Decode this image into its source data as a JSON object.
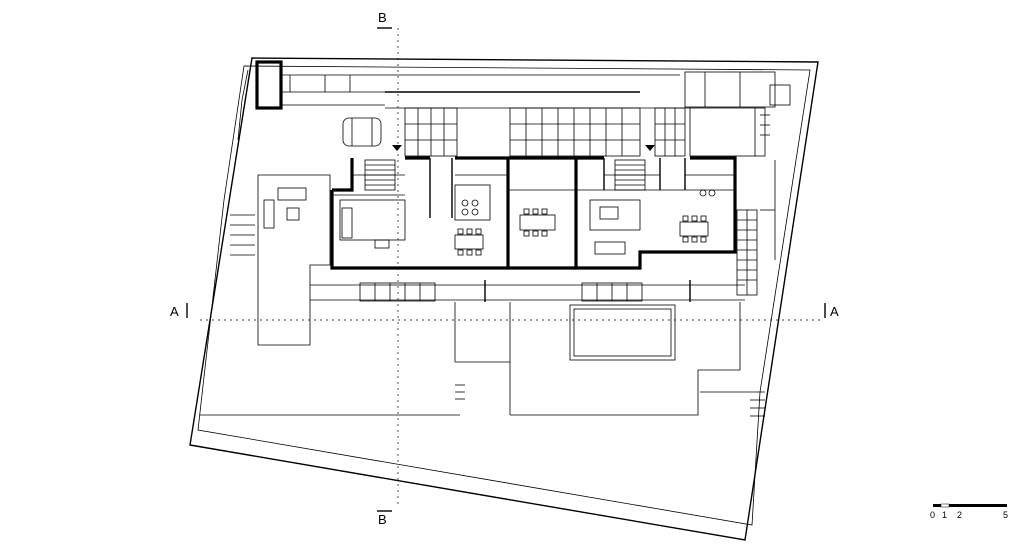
{
  "section_marks": {
    "b_top": "B",
    "b_bottom": "B",
    "a_left": "A",
    "a_right": "A"
  },
  "scale_bar": {
    "labels": [
      "0",
      "1",
      "2",
      "5"
    ]
  }
}
